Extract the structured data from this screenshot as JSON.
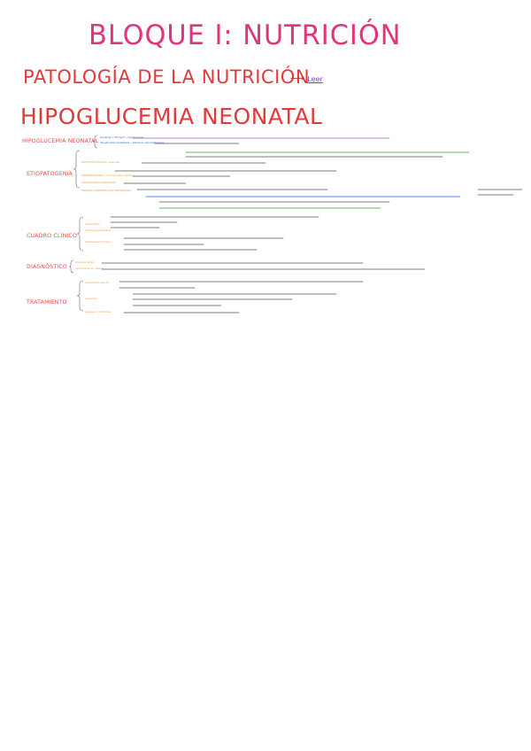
{
  "header": {
    "title": "BLOQUE I: NUTRICIÓN",
    "subtitle": "PATOLOGÍA DE LA NUTRICIÓN",
    "subtitle_link": "Leer"
  },
  "section": {
    "title": "HIPOGLUCEMIA NEONATAL"
  },
  "outline": {
    "hipoglucemia_label": "HIPOGLUCEMIA NEONATAL",
    "etiopatogenia_label": "ETIOPATOGENIA",
    "cuadro_label": "CUADRO CLÍNICO",
    "diagnostico_label": "DIAGNÓSTICO",
    "tratamiento_label": "TRATAMIENTO"
  },
  "notes": {
    "hipo_1": "Glucemia < 45 mg/dl → hipoglucemia",
    "hipo_2": "Hipoglucemia persistente → alteración del metabolismo",
    "etio_lines": [
      "DÉFICIT DE SUSTRATO (reservas)",
      "HIPERINSULINISMO → hijo de madre diabética",
      "ALTERACIONES HORMONALES",
      "ERRORES CONGÉNITOS DEL METABOLISMO"
    ],
    "cuadro_lines": [
      "Asintomático",
      "Síntomas inespecíficos",
      "Síntomas autonómicos"
    ],
    "diag_lines": [
      "Glucemia capilar",
      "Confirmación en plasma"
    ],
    "trat_lines": [
      "Alimentación precoz",
      "Glucosa IV",
      "Glucagón / corticoides"
    ]
  },
  "colors": {
    "title": "#e0357c",
    "heading": "#e23a3a",
    "link": "#7b3fc4"
  }
}
